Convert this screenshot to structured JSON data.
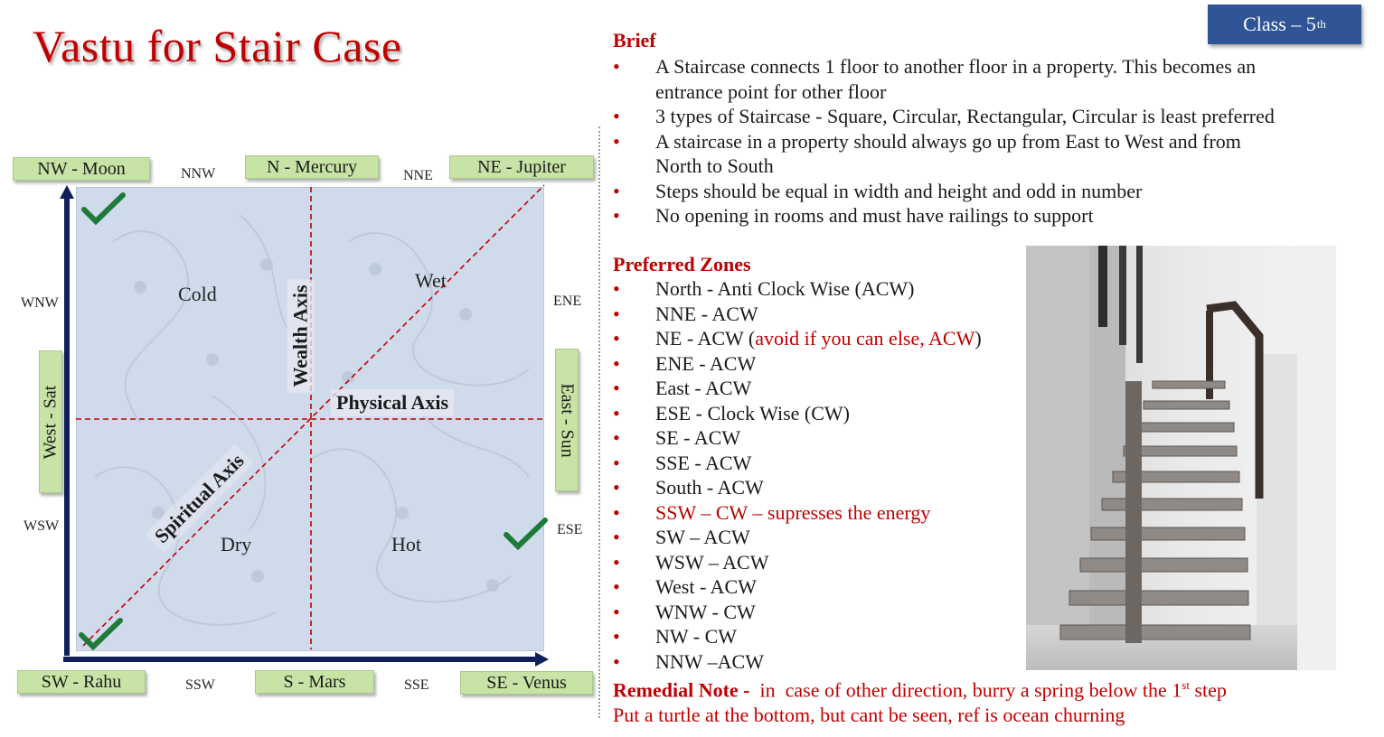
{
  "title": "Vastu for Stair Case",
  "class_badge": {
    "label": "Class – 5",
    "sup": "th"
  },
  "diagram": {
    "directions": {
      "nw": "NW - Moon",
      "n": "N - Mercury",
      "ne": "NE - Jupiter",
      "west": "West - Sat",
      "east": "East - Sun",
      "sw": "SW - Rahu",
      "s": "S - Mars",
      "se": "SE - Venus"
    },
    "minor_directions": {
      "nnw": "NNW",
      "nne": "NNE",
      "wnw": "WNW",
      "ene": "ENE",
      "wsw": "WSW",
      "ese": "ESE",
      "ssw": "SSW",
      "sse": "SSE"
    },
    "zones": {
      "cold": "Cold",
      "wet": "Wet",
      "dry": "Dry",
      "hot": "Hot"
    },
    "axes": {
      "wealth": "Wealth Axis",
      "physical": "Physical Axis",
      "spiritual": "Spiritual Axis"
    },
    "colors": {
      "axis_arrow": "#0f1f5c",
      "dashed_line": "#c00000",
      "check": "#1f7a3a",
      "dir_box": "#c7e3a5"
    }
  },
  "brief": {
    "heading": "Brief",
    "items": [
      "A Staircase connects 1 floor to another floor in a property. This becomes an",
      "3 types of Staircase - Square, Circular, Rectangular, Circular is least preferred",
      "A staircase in a property should always go up from East to West and from",
      "Steps should be equal in width and height and odd in number",
      "No opening in rooms and must have railings to support"
    ],
    "continuations": [
      "entrance point for other floor",
      "North to South"
    ]
  },
  "preferred": {
    "heading": "Preferred Zones",
    "items": [
      "North - Anti Clock Wise (ACW)",
      "NNE - ACW",
      "NE - ACW (",
      "ENE - ACW",
      "East - ACW",
      "ESE - Clock Wise (CW)",
      "SE - ACW",
      "SSE - ACW",
      "South - ACW",
      "SSW – CW – supresses the energy",
      "SW – ACW",
      "WSW – ACW",
      "West - ACW",
      "WNW - CW",
      "NW - CW",
      "NNW –ACW"
    ],
    "ne_note": "avoid if you can else, ACW",
    "ne_close": ")"
  },
  "remedial": {
    "label": "Remedial Note -",
    "line1": "  in  case of other direction, burry a spring below the 1",
    "line1_sup": "st",
    "line1_end": " step",
    "line2": "Put a turtle at the bottom, but cant be seen, ref is ocean churning"
  }
}
